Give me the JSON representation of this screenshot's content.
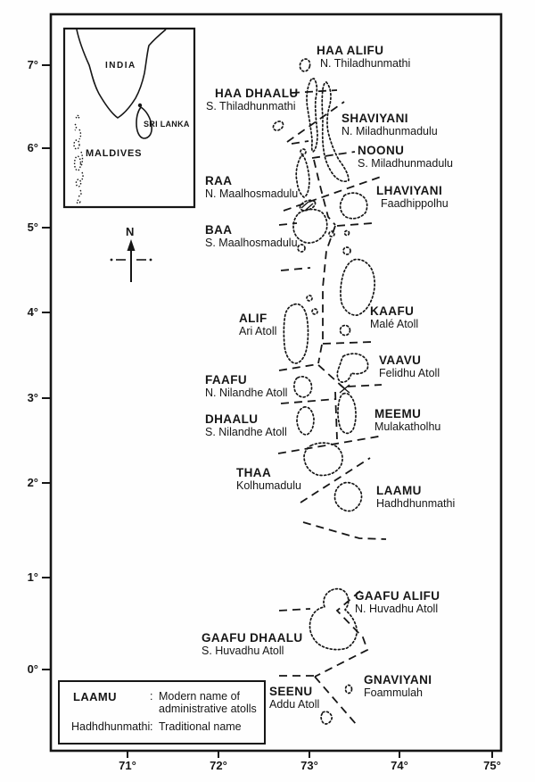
{
  "figure": {
    "lat_labels": [
      "7°",
      "6°",
      "5°",
      "4°",
      "3°",
      "2°",
      "1°",
      "0°"
    ],
    "lon_labels": [
      "71°",
      "72°",
      "73°",
      "74°",
      "75°"
    ]
  },
  "inset": {
    "india": "INDIA",
    "sri_lanka": "SRI LANKA",
    "maldives": "MALDIVES"
  },
  "compass": {
    "label": "N"
  },
  "atolls": [
    {
      "modern": "HAA ALIFU",
      "traditional": "N. Thiladhunmathi"
    },
    {
      "modern": "HAA DHAALU",
      "traditional": "S. Thiladhunmathi"
    },
    {
      "modern": "SHAVIYANI",
      "traditional": "N. Miladhunmadulu"
    },
    {
      "modern": "NOONU",
      "traditional": "S. Miladhunmadulu"
    },
    {
      "modern": "RAA",
      "traditional": "N. Maalhosmadulu"
    },
    {
      "modern": "LHAVIYANI",
      "traditional": "Faadhippolhu"
    },
    {
      "modern": "BAA",
      "traditional": "S. Maalhosmadulu"
    },
    {
      "modern": "ALIF",
      "traditional": "Ari Atoll"
    },
    {
      "modern": "KAAFU",
      "traditional": "Malé Atoll"
    },
    {
      "modern": "VAAVU",
      "traditional": "Felidhu Atoll"
    },
    {
      "modern": "FAAFU",
      "traditional": "N. Nilandhe Atoll"
    },
    {
      "modern": "DHAALU",
      "traditional": "S. Nilandhe Atoll"
    },
    {
      "modern": "MEEMU",
      "traditional": "Mulakatholhu"
    },
    {
      "modern": "THAA",
      "traditional": "Kolhumadulu"
    },
    {
      "modern": "LAAMU",
      "traditional": "Hadhdhunmathi"
    },
    {
      "modern": "GAAFU ALIFU",
      "traditional": "N. Huvadhu Atoll"
    },
    {
      "modern": "GAAFU DHAALU",
      "traditional": "S. Huvadhu Atoll"
    },
    {
      "modern": "SEENU",
      "traditional": "Addu Atoll"
    },
    {
      "modern": "GNAVIYANI",
      "traditional": "Foammulah"
    }
  ],
  "legend": {
    "modern_term": "LAAMU",
    "modern_sep": ":",
    "modern_def_line1": "Modern name of",
    "modern_def_line2": "administrative atolls",
    "traditional_term": "Hadhdhunmathi",
    "traditional_sep": ":",
    "traditional_def": "Traditional name"
  },
  "colors": {
    "ink": "#161616",
    "paper": "#fefefe"
  }
}
